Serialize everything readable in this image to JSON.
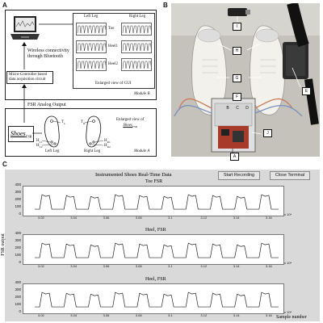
{
  "panel_a": {
    "label": "A",
    "gui_left_leg": "Left Leg",
    "gui_right_leg": "Right Leg",
    "gui_rows": [
      "Toe",
      "Heel1",
      "Heel2"
    ],
    "gui_caption": "Enlarged view of GUI",
    "wireless_text": "Wireless connectivity through Bluetooth",
    "micro_text": "Micro-Controller based data acquisition circuit",
    "module_b": "Module B",
    "fsr_output": "FSR Analog Output",
    "enlarged_view": "Enlarged view of",
    "shoes_fsr": "Shoes",
    "shoes_sub": "FSR",
    "left_leg": "Left Leg",
    "right_leg": "Right Leg",
    "module_a": "Module A",
    "sensor_labels": [
      "H",
      "H",
      "T",
      "T",
      "H",
      "H"
    ],
    "sensor_subs": [
      "L1",
      "L2",
      "L",
      "R",
      "R1",
      "R2"
    ]
  },
  "panel_b": {
    "label": "B",
    "tags": [
      "I",
      "H",
      "G",
      "E",
      "F",
      "B",
      "C",
      "D",
      "J",
      "A"
    ]
  },
  "panel_c": {
    "label": "C",
    "window_title": "Instrumented Shoes Real-Time Data",
    "start_button": "Start Recording",
    "close_button": "Close Terminal",
    "ylabel": "FSR output",
    "xlabel": "Sample number",
    "graphs": [
      {
        "title": "Toe FSR",
        "exp": "x 10⁴"
      },
      {
        "title": "Heel₁ FSR",
        "exp": "x 10⁴"
      },
      {
        "title": "Heel₂ FSR",
        "exp": "x 10⁴"
      }
    ],
    "yticks": [
      "400",
      "300",
      "200",
      "100",
      "0"
    ],
    "xticks": [
      "3.02",
      "3.04",
      "3.06",
      "3.08",
      "3.1",
      "3.12",
      "3.14",
      "3.16"
    ]
  }
}
